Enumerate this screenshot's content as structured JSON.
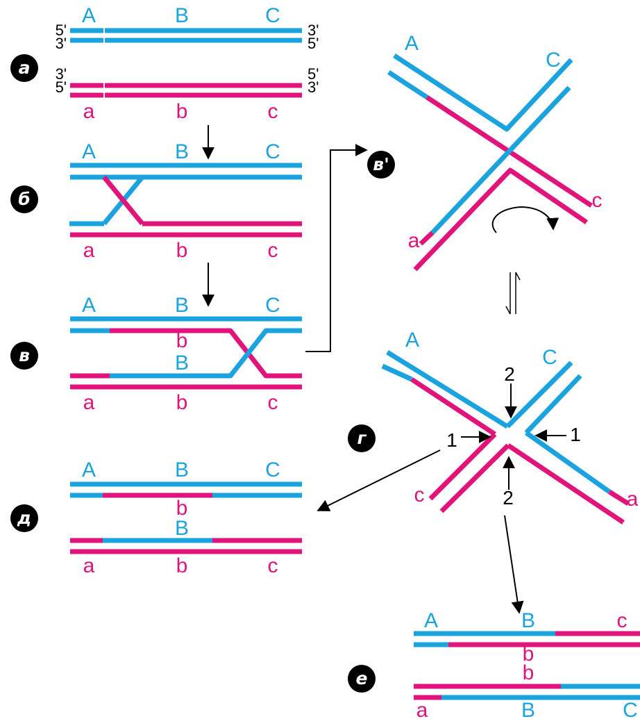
{
  "colors": {
    "blue": "#1AA3DE",
    "magenta": "#E0147A",
    "black": "#000000",
    "white": "#ffffff"
  },
  "panels": {
    "a": "а",
    "b": "б",
    "v": "в",
    "v_prime": "в'",
    "g": "г",
    "d": "д",
    "e": "е"
  },
  "labels": {
    "A": "A",
    "B": "B",
    "C": "C",
    "a": "a",
    "b": "b",
    "c": "c"
  },
  "ends": {
    "five_prime": "5'",
    "three_prime": "3'"
  },
  "numbers": {
    "one": "1",
    "two": "2"
  }
}
